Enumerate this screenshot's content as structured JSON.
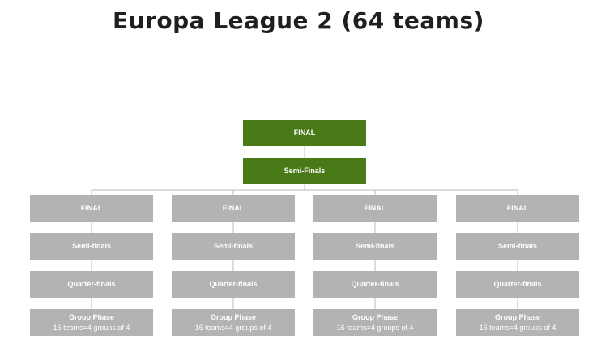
{
  "title": "Europa League 2 (64 teams)",
  "colors": {
    "top_box": "#4a7a17",
    "group_box": "#b3b3b6",
    "connector": "#b9b9bc",
    "title_text": "#1f1f1f"
  },
  "top": {
    "final": "FINAL",
    "semi_finals": "Semi-Finals"
  },
  "groups": [
    {
      "final": "FINAL",
      "semi_finals": "Semi-finals",
      "quarter_finals": "Quarter-finals",
      "group_phase": "Group Phase",
      "group_detail": "16 teams=4 groups of 4"
    },
    {
      "final": "FINAL",
      "semi_finals": "Semi-finals",
      "quarter_finals": "Quarter-finals",
      "group_phase": "Group Phase",
      "group_detail": "16 teams=4 groups of 4"
    },
    {
      "final": "FINAL",
      "semi_finals": "Semi-finals",
      "quarter_finals": "Quarter-finals",
      "group_phase": "Group Phase",
      "group_detail": "16 teams=4 groups of 4"
    },
    {
      "final": "FINAL",
      "semi_finals": "Semi-finals",
      "quarter_finals": "Quarter-finals",
      "group_phase": "Group Phase",
      "group_detail": "16 teams=4 groups of 4"
    }
  ]
}
